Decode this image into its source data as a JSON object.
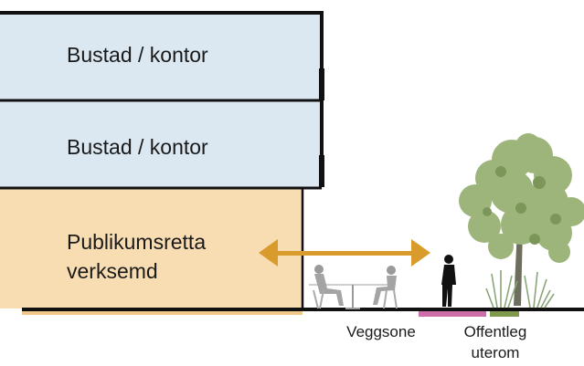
{
  "floors": [
    {
      "label": "Bustad / kontor",
      "color": "#dbe8f2"
    },
    {
      "label": "Bustad / kontor",
      "color": "#dbe8f2"
    },
    {
      "label_line1": "Publikumsretta",
      "label_line2": "verksemd",
      "color": "#f8ddb3"
    }
  ],
  "zones": {
    "wall_zone": {
      "label": "Veggsone",
      "color": "#cc6fa8"
    },
    "public_outdoor": {
      "label_line1": "Offentleg",
      "label_line2": "uterom",
      "color": "#7f9a4d"
    }
  },
  "colors": {
    "arrow": "#d99b2b",
    "outline": "#111111",
    "foliage": "#9db57a",
    "people": "#9a9a9a"
  },
  "icons": [
    "double-arrow-icon",
    "seated-people-icon",
    "pedestrian-icon",
    "tree-icon",
    "grass-icon"
  ]
}
